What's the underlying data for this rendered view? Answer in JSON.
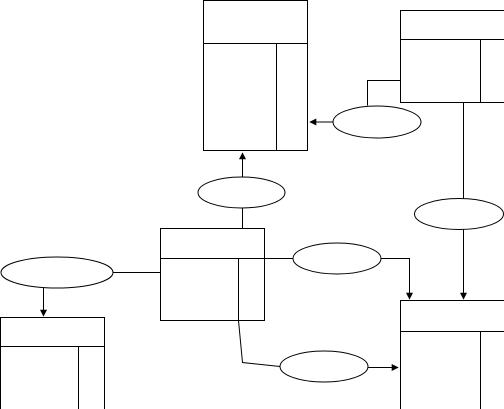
{
  "diagram": {
    "type": "entity-relationship",
    "entities": [
      {
        "id": "entity-top-center",
        "label": ""
      },
      {
        "id": "entity-top-right",
        "label": ""
      },
      {
        "id": "entity-middle",
        "label": ""
      },
      {
        "id": "entity-bottom-left",
        "label": ""
      },
      {
        "id": "entity-bottom-right",
        "label": ""
      }
    ],
    "relationships": [
      {
        "id": "relationship-top-right",
        "label": "",
        "from": "entity-top-right",
        "to": "entity-top-center"
      },
      {
        "id": "relationship-center",
        "label": "",
        "from": "entity-middle",
        "to": "entity-top-center"
      },
      {
        "id": "relationship-right",
        "label": "",
        "from": "entity-top-right",
        "to": "entity-bottom-right"
      },
      {
        "id": "relationship-middle-right",
        "label": "",
        "from": "entity-middle",
        "to": "entity-bottom-right"
      },
      {
        "id": "relationship-left",
        "label": "",
        "from": "entity-middle",
        "to": "entity-bottom-left"
      },
      {
        "id": "relationship-bottom",
        "label": "",
        "from": "entity-middle",
        "to": "entity-bottom-right"
      }
    ],
    "colors": {
      "stroke": "#000000",
      "fill": "#ffffff",
      "background": "#ffffff"
    }
  }
}
